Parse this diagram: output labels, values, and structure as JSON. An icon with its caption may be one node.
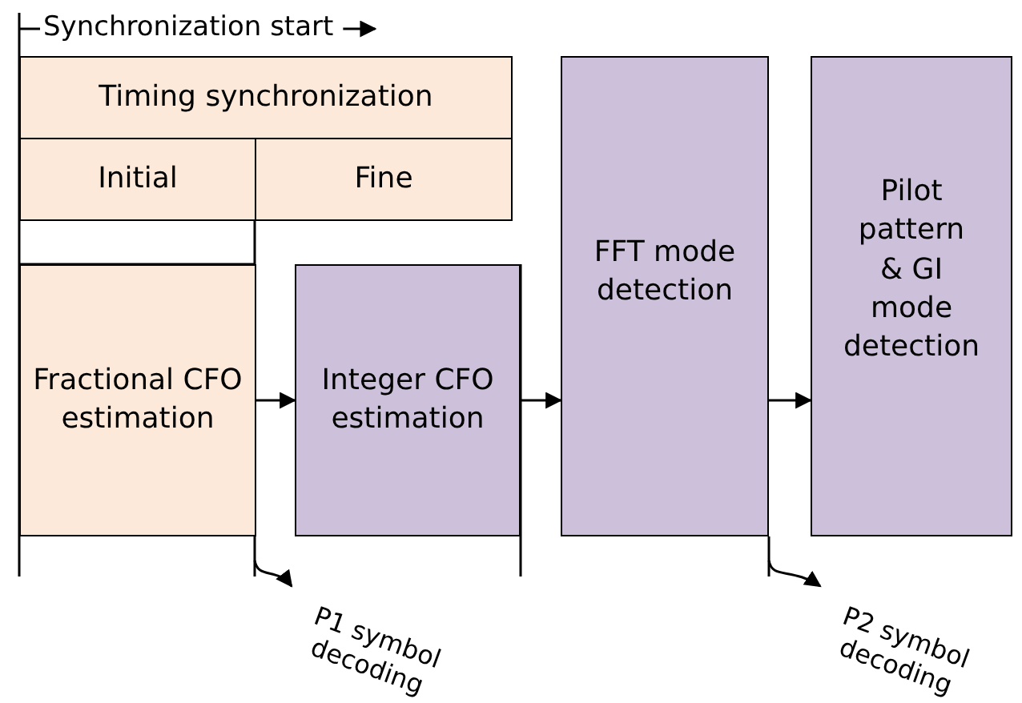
{
  "diagram": {
    "nodes": [
      {
        "text": [
          "Timing synchronization"
        ]
      },
      {
        "text": [
          "Initial"
        ]
      },
      {
        "text": [
          "Fine"
        ]
      },
      {
        "text": [
          "Fractional CFO estimation"
        ]
      },
      {
        "text": [
          "Integer CFO estimation"
        ]
      },
      {
        "text": [
          "FFT mode detection"
        ]
      },
      {
        "text": [
          "Pilot pattern & GI mode detection"
        ]
      },
      {
        "text": [
          "P1 symbol decoding"
        ]
      },
      {
        "text": [
          "P2 symbol decoding"
        ]
      }
    ],
    "edges": [
      {
        "from": 3,
        "to": 4,
        "arrow": "to"
      },
      {
        "from": 4,
        "to": 5,
        "arrow": "to"
      },
      {
        "from": 5,
        "to": 6,
        "arrow": "to"
      },
      {
        "from": null,
        "to": 7,
        "arrow": "to"
      },
      {
        "from": null,
        "to": 8,
        "arrow": "to"
      }
    ],
    "labels": [
      "Synchronization start"
    ]
  }
}
